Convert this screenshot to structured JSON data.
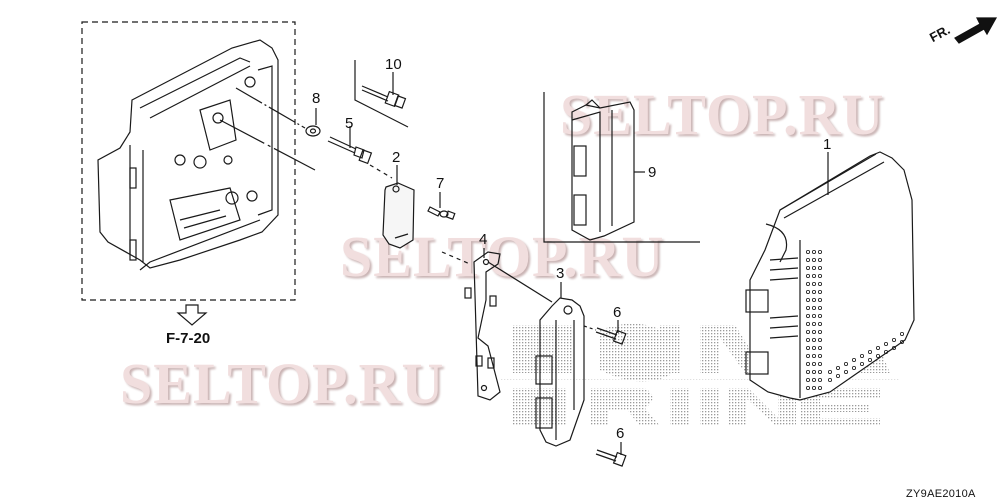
{
  "diagram": {
    "code": "ZY9AE2010A",
    "direction_indicator": "FR.",
    "reference": {
      "label": "F-7-20",
      "icon": "down-arrow-outline-icon"
    },
    "watermarks": [
      {
        "text": "SELTOP.RU",
        "position": "top-right"
      },
      {
        "text": "SELTOP.RU",
        "position": "middle"
      },
      {
        "text": "SELTOP.RU",
        "position": "bottom-left"
      },
      {
        "text": "HONDA MARINE",
        "style": "dotted",
        "position": "bottom-right"
      }
    ],
    "callouts": [
      {
        "number": "1",
        "part": "cover"
      },
      {
        "number": "2",
        "part": "grommet-pad"
      },
      {
        "number": "3",
        "part": "control-unit"
      },
      {
        "number": "4",
        "part": "bracket"
      },
      {
        "number": "5",
        "part": "bolt"
      },
      {
        "number": "6",
        "part": "bolt"
      },
      {
        "number": "6",
        "part": "bolt"
      },
      {
        "number": "7",
        "part": "clip"
      },
      {
        "number": "8",
        "part": "washer"
      },
      {
        "number": "9",
        "part": "module"
      },
      {
        "number": "10",
        "part": "bolt"
      }
    ]
  }
}
